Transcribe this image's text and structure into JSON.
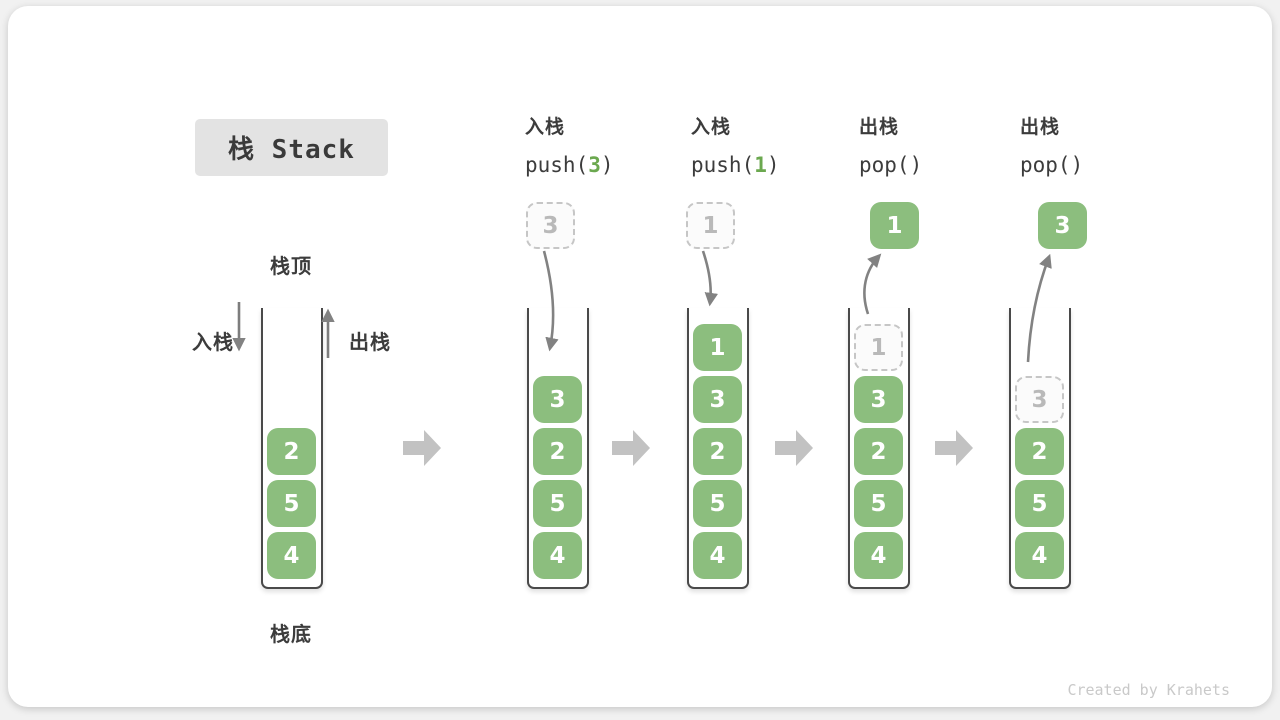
{
  "title": "栈 Stack",
  "stack_labels": {
    "top": "栈顶",
    "bottom": "栈底",
    "push": "入栈",
    "pop": "出栈"
  },
  "operations": [
    {
      "name": "入栈",
      "call_prefix": "push(",
      "call_arg": "3",
      "call_suffix": ")"
    },
    {
      "name": "入栈",
      "call_prefix": "push(",
      "call_arg": "1",
      "call_suffix": ")"
    },
    {
      "name": "出栈",
      "call_prefix": "pop(",
      "call_arg": "",
      "call_suffix": ")"
    },
    {
      "name": "出栈",
      "call_prefix": "pop(",
      "call_arg": "",
      "call_suffix": ")"
    }
  ],
  "stacks": [
    {
      "cells": [
        {
          "row": 3,
          "value": "2",
          "variant": "solid"
        },
        {
          "row": 4,
          "value": "5",
          "variant": "solid"
        },
        {
          "row": 5,
          "value": "4",
          "variant": "solid"
        }
      ]
    },
    {
      "floating": {
        "value": "3",
        "variant": "dashed"
      },
      "cells": [
        {
          "row": 2,
          "value": "3",
          "variant": "solid"
        },
        {
          "row": 3,
          "value": "2",
          "variant": "solid"
        },
        {
          "row": 4,
          "value": "5",
          "variant": "solid"
        },
        {
          "row": 5,
          "value": "4",
          "variant": "solid"
        }
      ]
    },
    {
      "floating": {
        "value": "1",
        "variant": "dashed"
      },
      "cells": [
        {
          "row": 1,
          "value": "1",
          "variant": "solid"
        },
        {
          "row": 2,
          "value": "3",
          "variant": "solid"
        },
        {
          "row": 3,
          "value": "2",
          "variant": "solid"
        },
        {
          "row": 4,
          "value": "5",
          "variant": "solid"
        },
        {
          "row": 5,
          "value": "4",
          "variant": "solid"
        }
      ]
    },
    {
      "floating": {
        "value": "1",
        "variant": "solid"
      },
      "cells": [
        {
          "row": 1,
          "value": "1",
          "variant": "dashed"
        },
        {
          "row": 2,
          "value": "3",
          "variant": "solid"
        },
        {
          "row": 3,
          "value": "2",
          "variant": "solid"
        },
        {
          "row": 4,
          "value": "5",
          "variant": "solid"
        },
        {
          "row": 5,
          "value": "4",
          "variant": "solid"
        }
      ]
    },
    {
      "floating": {
        "value": "3",
        "variant": "solid"
      },
      "cells": [
        {
          "row": 2,
          "value": "3",
          "variant": "dashed"
        },
        {
          "row": 3,
          "value": "2",
          "variant": "solid"
        },
        {
          "row": 4,
          "value": "5",
          "variant": "solid"
        },
        {
          "row": 5,
          "value": "4",
          "variant": "solid"
        }
      ]
    }
  ],
  "watermark": "Created by Krahets",
  "colors": {
    "cell_green": "#8CBE7E",
    "code_arg_green": "#6BA84F",
    "curved_arrow_gray": "#828282",
    "block_arrow_gray": "#C2C2C2",
    "title_bg": "#E3E3E3",
    "text_dark": "#3C3C3C",
    "dashed_border": "#C6C6C6",
    "watermark_gray": "#C9C9C9"
  }
}
